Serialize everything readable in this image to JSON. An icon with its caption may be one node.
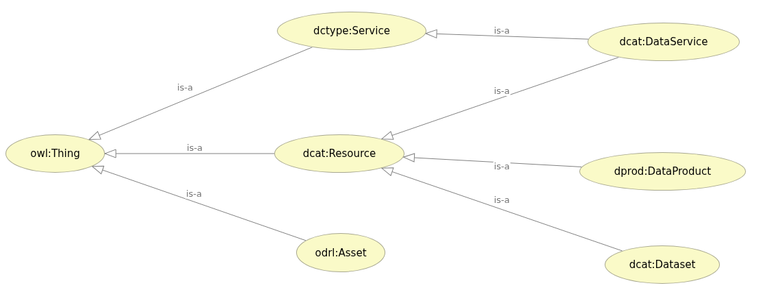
{
  "diagram": {
    "nodes": [
      {
        "text": [
          "owl:Thing"
        ]
      },
      {
        "text": [
          "dctype:Service"
        ]
      },
      {
        "text": [
          "dcat:DataService"
        ]
      },
      {
        "text": [
          "dcat:Resource"
        ]
      },
      {
        "text": [
          "dprod:DataProduct"
        ]
      },
      {
        "text": [
          "odrl:Asset"
        ]
      },
      {
        "text": [
          "dcat:Dataset"
        ]
      }
    ],
    "edges": [
      {
        "from": 1,
        "to": 0,
        "arrow": "to",
        "label": "is-a"
      },
      {
        "from": 2,
        "to": 1,
        "arrow": "to",
        "label": "is-a"
      },
      {
        "from": 2,
        "to": 3,
        "arrow": "to",
        "label": "is-a"
      },
      {
        "from": 3,
        "to": 0,
        "arrow": "to",
        "label": "is-a"
      },
      {
        "from": 4,
        "to": 3,
        "arrow": "to",
        "label": "is-a"
      },
      {
        "from": 6,
        "to": 3,
        "arrow": "to",
        "label": "is-a"
      },
      {
        "from": 5,
        "to": 0,
        "arrow": "to",
        "label": "is-a"
      }
    ]
  }
}
